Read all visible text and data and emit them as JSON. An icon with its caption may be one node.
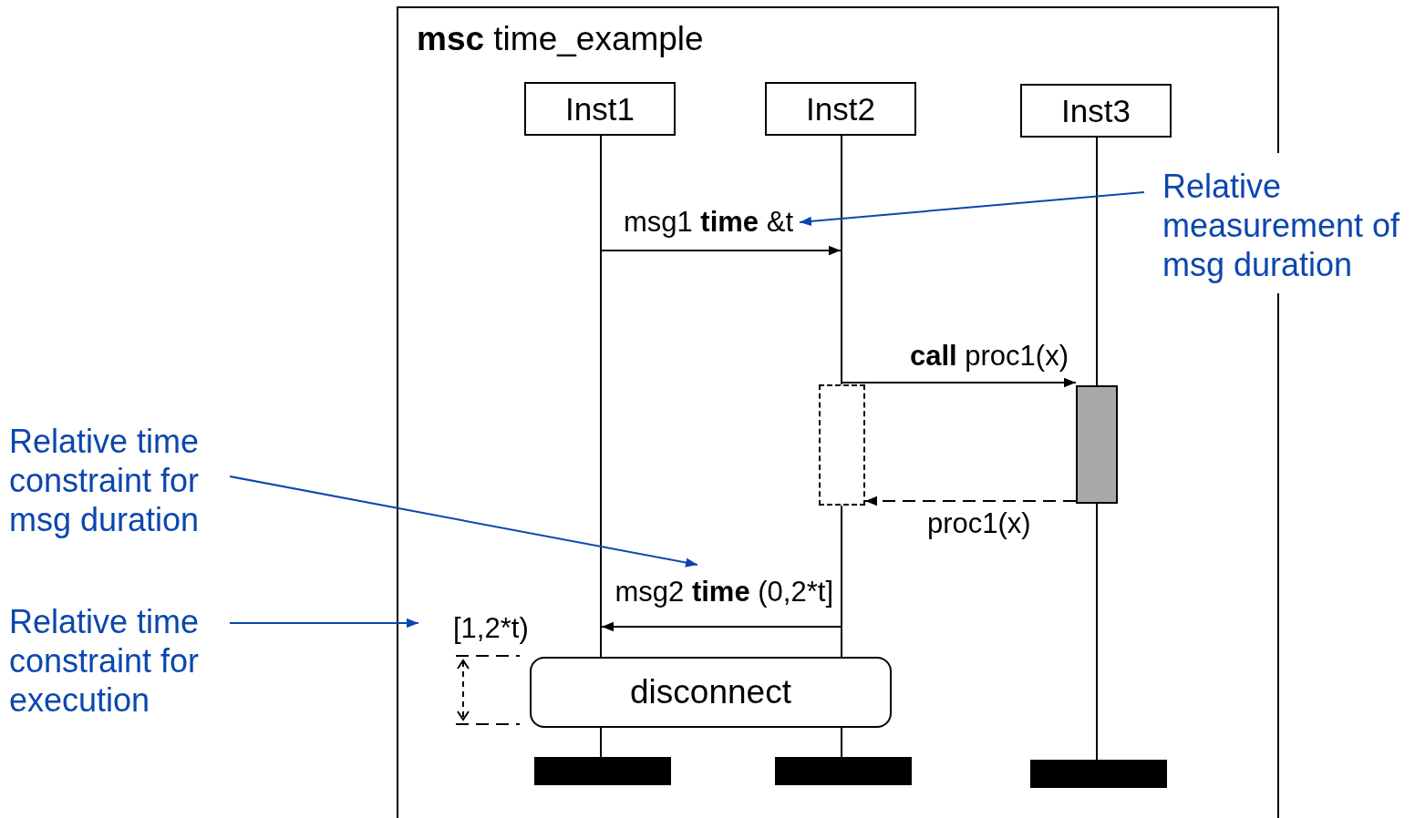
{
  "diagram": {
    "nodes": [
      {
        "text": [
          "**msc** time_example"
        ]
      },
      {
        "text": [
          "Inst1"
        ],
        "in": 0
      },
      {
        "text": [
          "Inst2"
        ],
        "in": 0
      },
      {
        "text": [
          "Inst3"
        ],
        "in": 0
      },
      {
        "text": [],
        "shape": "line",
        "in": 0
      },
      {
        "text": [],
        "shape": "line",
        "in": 0
      },
      {
        "text": [],
        "shape": "line",
        "in": 0
      },
      {
        "text": [],
        "shape": "box",
        "in": 0
      },
      {
        "text": [],
        "shape": "box",
        "in": 0
      },
      {
        "text": [
          "disconnect"
        ],
        "in": 0
      },
      {
        "text": [],
        "shape": "bar",
        "in": 0
      },
      {
        "text": [],
        "shape": "bar",
        "in": 0
      },
      {
        "text": [],
        "shape": "bar",
        "in": 0
      },
      {
        "text": [
          "Relative measurement of msg duration"
        ]
      },
      {
        "text": [
          "Relative time constraint for msg duration"
        ]
      },
      {
        "text": [
          "Relative time constraint for execution"
        ]
      },
      {
        "text": [
          "[1,2*t)"
        ],
        "in": 0
      }
    ],
    "edges": [
      {
        "from": 4,
        "to": 5,
        "arrow": "to",
        "label": "msg1 **time** &t"
      },
      {
        "from": 5,
        "to": 8,
        "arrow": "to",
        "label": "**call** proc1(x)"
      },
      {
        "from": 8,
        "to": 7,
        "arrow": "to",
        "label": "proc1(x)",
        "style": "dashed"
      },
      {
        "from": 5,
        "to": 4,
        "arrow": "to",
        "label": "msg2 **time** (0,2*t]"
      },
      {
        "from": 13,
        "to": null,
        "arrow": "to",
        "color": "#0b47ad"
      },
      {
        "from": 14,
        "to": null,
        "arrow": "to",
        "color": "#0b47ad"
      },
      {
        "from": 15,
        "to": 16,
        "arrow": "to",
        "color": "#0b47ad"
      }
    ]
  }
}
